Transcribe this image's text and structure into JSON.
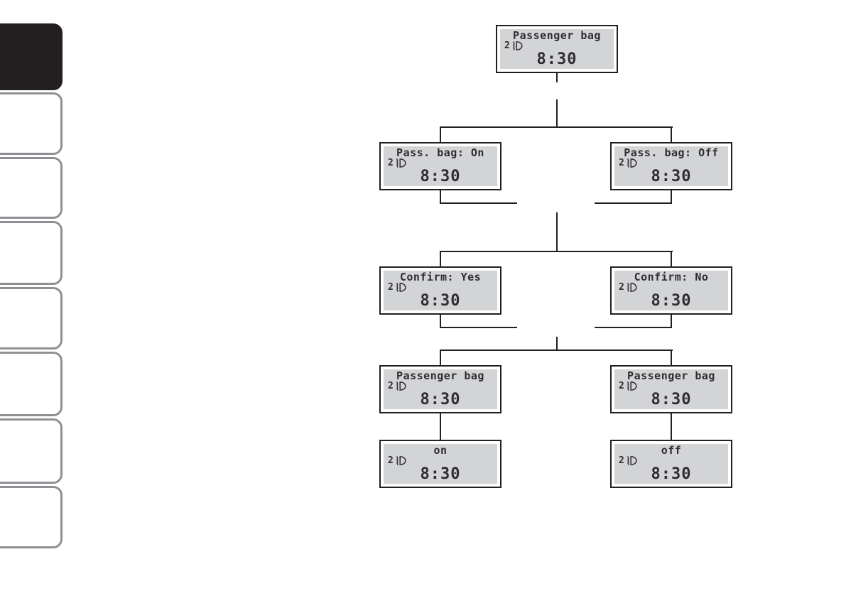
{
  "page": {
    "background_color": "#ffffff"
  },
  "sidebar": {
    "border_color": "#8e9093",
    "active_tab_fill": "#231f20",
    "tabs": [
      {
        "name": "section-tab-1",
        "active": true
      },
      {
        "name": "section-tab-2",
        "active": false
      },
      {
        "name": "section-tab-3",
        "active": false
      },
      {
        "name": "section-tab-4",
        "active": false
      },
      {
        "name": "section-tab-5",
        "active": false
      },
      {
        "name": "section-tab-6",
        "active": false
      },
      {
        "name": "section-tab-7",
        "active": false
      },
      {
        "name": "section-tab-8",
        "active": false
      }
    ]
  },
  "diagram": {
    "type": "menu-flowchart",
    "line_color": "#231f20",
    "screen_fill": "#d3d4d6",
    "screen_border_color": "#231f20",
    "screen_text_color": "#2e2e30",
    "indicator_icon": "front-fog-light-icon",
    "nodes": [
      {
        "title": "Passenger bag",
        "gear_indicator": "2",
        "time": "8:30"
      },
      {
        "title": "Pass. bag: On",
        "gear_indicator": "2",
        "time": "8:30"
      },
      {
        "title": "Pass. bag: Off",
        "gear_indicator": "2",
        "time": "8:30"
      },
      {
        "title": "Confirm: Yes",
        "gear_indicator": "2",
        "time": "8:30"
      },
      {
        "title": "Confirm: No",
        "gear_indicator": "2",
        "time": "8:30"
      },
      {
        "title": "Passenger bag",
        "gear_indicator": "2",
        "time": "8:30"
      },
      {
        "title": "Passenger bag",
        "gear_indicator": "2",
        "time": "8:30"
      },
      {
        "title": "on",
        "gear_indicator": "2",
        "time": "8:30"
      },
      {
        "title": "off",
        "gear_indicator": "2",
        "time": "8:30"
      }
    ]
  }
}
